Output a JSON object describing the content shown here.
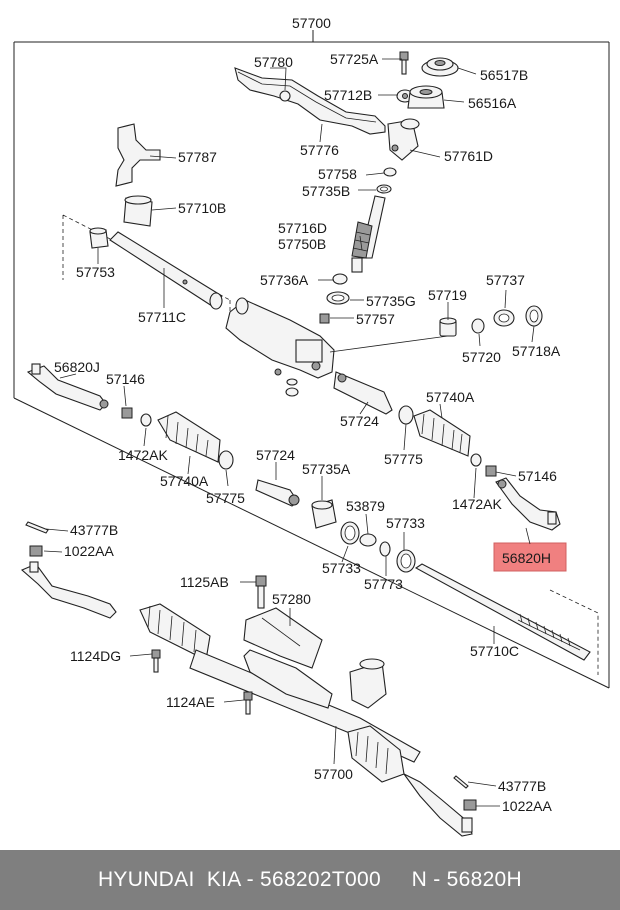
{
  "labels": {
    "assembly_top": "57700",
    "p57780": "57780",
    "p57725A": "57725A",
    "p56517B": "56517B",
    "p57712B": "57712B",
    "p56516A": "56516A",
    "p57787": "57787",
    "p57776": "57776",
    "p57761D": "57761D",
    "p57758": "57758",
    "p57735B": "57735B",
    "p57710B": "57710B",
    "p57716D": "57716D",
    "p57750B": "57750B",
    "p57753": "57753",
    "p57736A": "57736A",
    "p57737": "57737",
    "p57719": "57719",
    "p57735G": "57735G",
    "p57711C": "57711C",
    "p57757": "57757",
    "p57720": "57720",
    "p57718A": "57718A",
    "p56820J": "56820J",
    "p57146_left": "57146",
    "p57724_top": "57724",
    "p57740A_right": "57740A",
    "p1472AK_left": "1472AK",
    "p57740A_left": "57740A",
    "p57775_left": "57775",
    "p57775_right": "57775",
    "p57146_right": "57146",
    "p1472AK_right": "1472AK",
    "p57724_mid": "57724",
    "p57735A": "57735A",
    "p53879": "53879",
    "p57733_right": "57733",
    "p43777B_top": "43777B",
    "p1022AA_top": "1022AA",
    "p57733_left": "57733",
    "p57773": "57773",
    "p56820H": "56820H",
    "p1125AB": "1125AB",
    "p57280": "57280",
    "p57710C": "57710C",
    "p1124DG": "1124DG",
    "p1124AE": "1124AE",
    "assembly_bottom": "57700",
    "p43777B_bottom": "43777B",
    "p1022AA_bottom": "1022AA"
  },
  "highlight": {
    "part": "56820H",
    "color": "#f08080"
  },
  "footer": {
    "text": "HYUNDAI  KIA - 568202T000     N - 56820H"
  }
}
